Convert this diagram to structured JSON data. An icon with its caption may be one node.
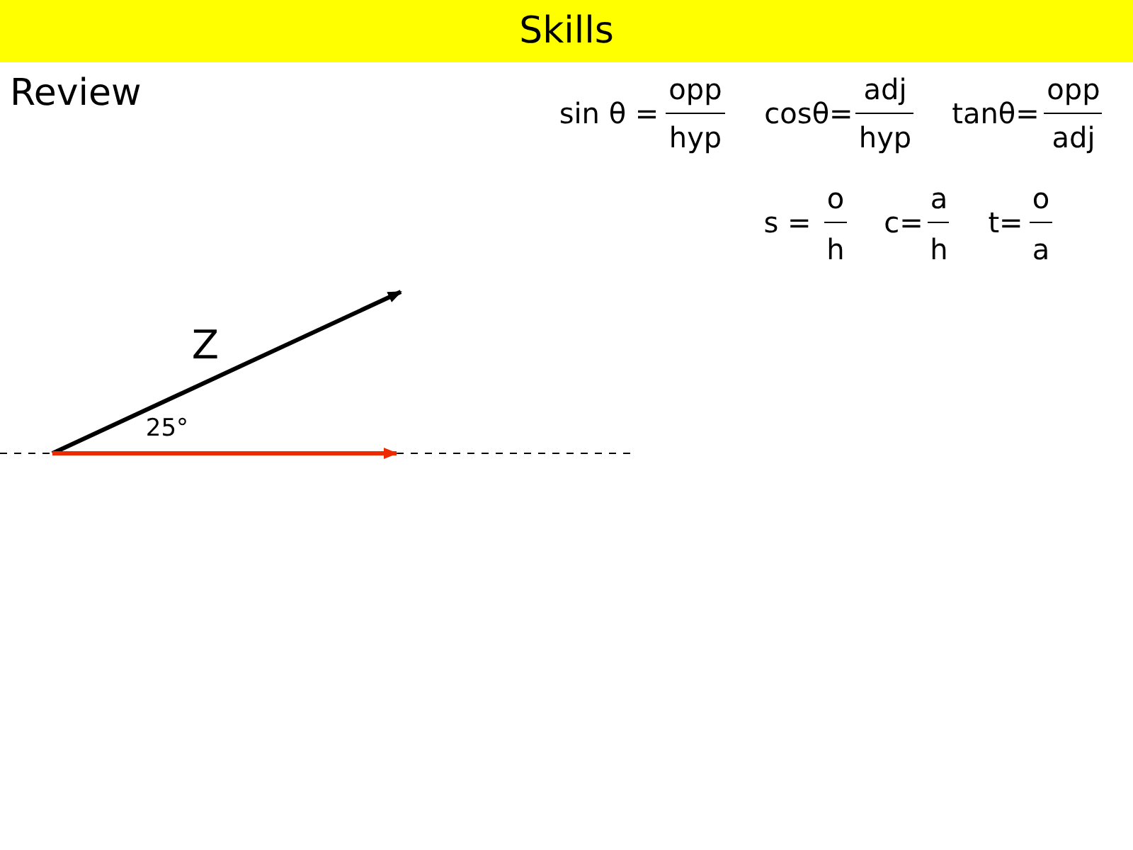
{
  "diagram": {
    "title": "Skills",
    "labels": [
      "Review",
      "sin θ =",
      "opp",
      "hyp",
      "cosθ=",
      "adj",
      "hyp",
      "tanθ=",
      "opp",
      "adj",
      "s =",
      "o",
      "h",
      "c=",
      "a",
      "h",
      "t=",
      "o",
      "a",
      "Z",
      "25°"
    ]
  }
}
